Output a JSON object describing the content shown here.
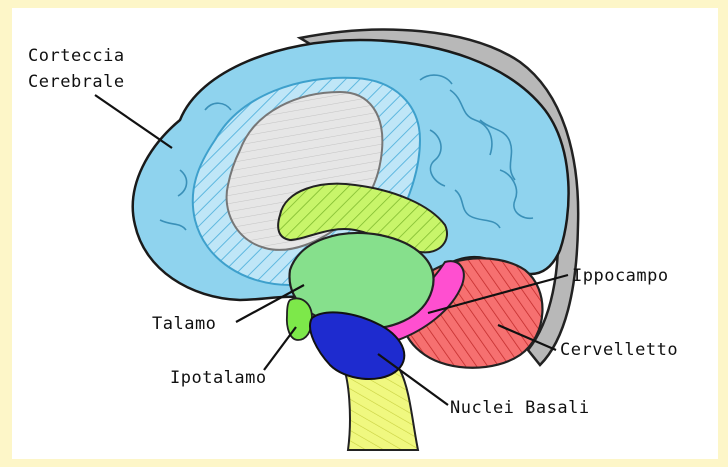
{
  "labels": {
    "corteccia_line1": "Corteccia",
    "corteccia_line2": "Cerebrale",
    "ippocampo": "Ippocampo",
    "talamo": "Talamo",
    "cervelletto": "Cervelletto",
    "ipotalamo": "Ipotalamo",
    "nuclei_basali": "Nuclei Basali"
  },
  "colors": {
    "background_frame": "#fdf6c8",
    "cortex": "#8fd3ee",
    "cortex_stripes": "#e8f6fc",
    "white_matter": "#e4e4e4",
    "corpus_callosum": "#c8f56a",
    "thalamus": "#86e08c",
    "hypothalamus": "#7de84a",
    "basal_nuclei": "#1e2bcf",
    "hippocampus": "#ff4fd0",
    "cerebellum": "#f65a5a",
    "brainstem": "#eef77a",
    "skull": "#b8b8b8"
  }
}
